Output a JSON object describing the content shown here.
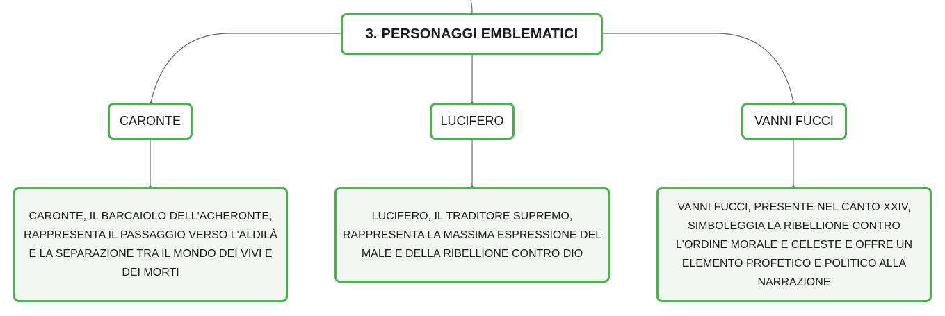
{
  "root": {
    "label": "3. PERSONAGGI EMBLEMATICI"
  },
  "topics": [
    {
      "label": "CARONTE",
      "description": "CARONTE, IL BARCAIOLO DELL'ACHERONTE, RAPPRESENTA IL PASSAGGIO VERSO L'ALDILÀ E LA SEPARAZIONE TRA IL MONDO DEI VIVI E DEI MORTI"
    },
    {
      "label": "LUCIFERO",
      "description": "LUCIFERO, IL TRADITORE SUPREMO, RAPPRESENTA LA MASSIMA ESPRESSIONE DEL MALE E DELLA RIBELLIONE CONTRO DIO"
    },
    {
      "label": "VANNI FUCCI",
      "description": "VANNI FUCCI, PRESENTE NEL CANTO XXIV, SIMBOLEGGIA LA RIBELLIONE CONTRO L'ORDINE MORALE E CELESTE E OFFRE UN ELEMENTO PROFETICO E POLITICO ALLA NARRAZIONE"
    }
  ],
  "colors": {
    "border": "#4caf50",
    "desc_fill": "#f1f8f1",
    "connector": "#666666",
    "text": "#1a1a1a"
  }
}
